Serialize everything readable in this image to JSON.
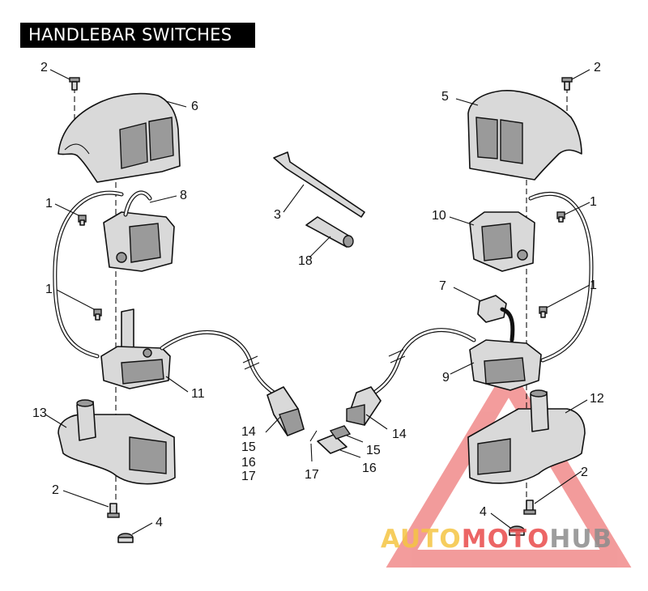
{
  "title": "HANDLEBAR SWITCHES",
  "callouts": {
    "c2_top_left": "2",
    "c6": "6",
    "c8": "8",
    "c1_upper_left": "1",
    "c1_lower_left": "1",
    "c11": "11",
    "c13": "13",
    "c2_bottom_left": "2",
    "c4_left": "4",
    "c3": "3",
    "c18": "18",
    "c14_left": "14",
    "c15_left": "15",
    "c16_left": "16",
    "c17_left": "17",
    "c17_center": "17",
    "c15_center": "15",
    "c16_center": "16",
    "c14_right": "14",
    "c2_top_right": "2",
    "c5": "5",
    "c10": "10",
    "c1_upper_right": "1",
    "c7": "7",
    "c1_lower_right": "1",
    "c9": "9",
    "c12": "12",
    "c2_bottom_right": "2",
    "c4_right": "4"
  },
  "watermark": {
    "part1": "AUTO",
    "part2": "MOTO",
    "part3": "HUB",
    "color1": "#f5c542",
    "color2": "#e94b4b",
    "color3": "#8c8c8c",
    "triangle_color": "#e94b4b"
  }
}
